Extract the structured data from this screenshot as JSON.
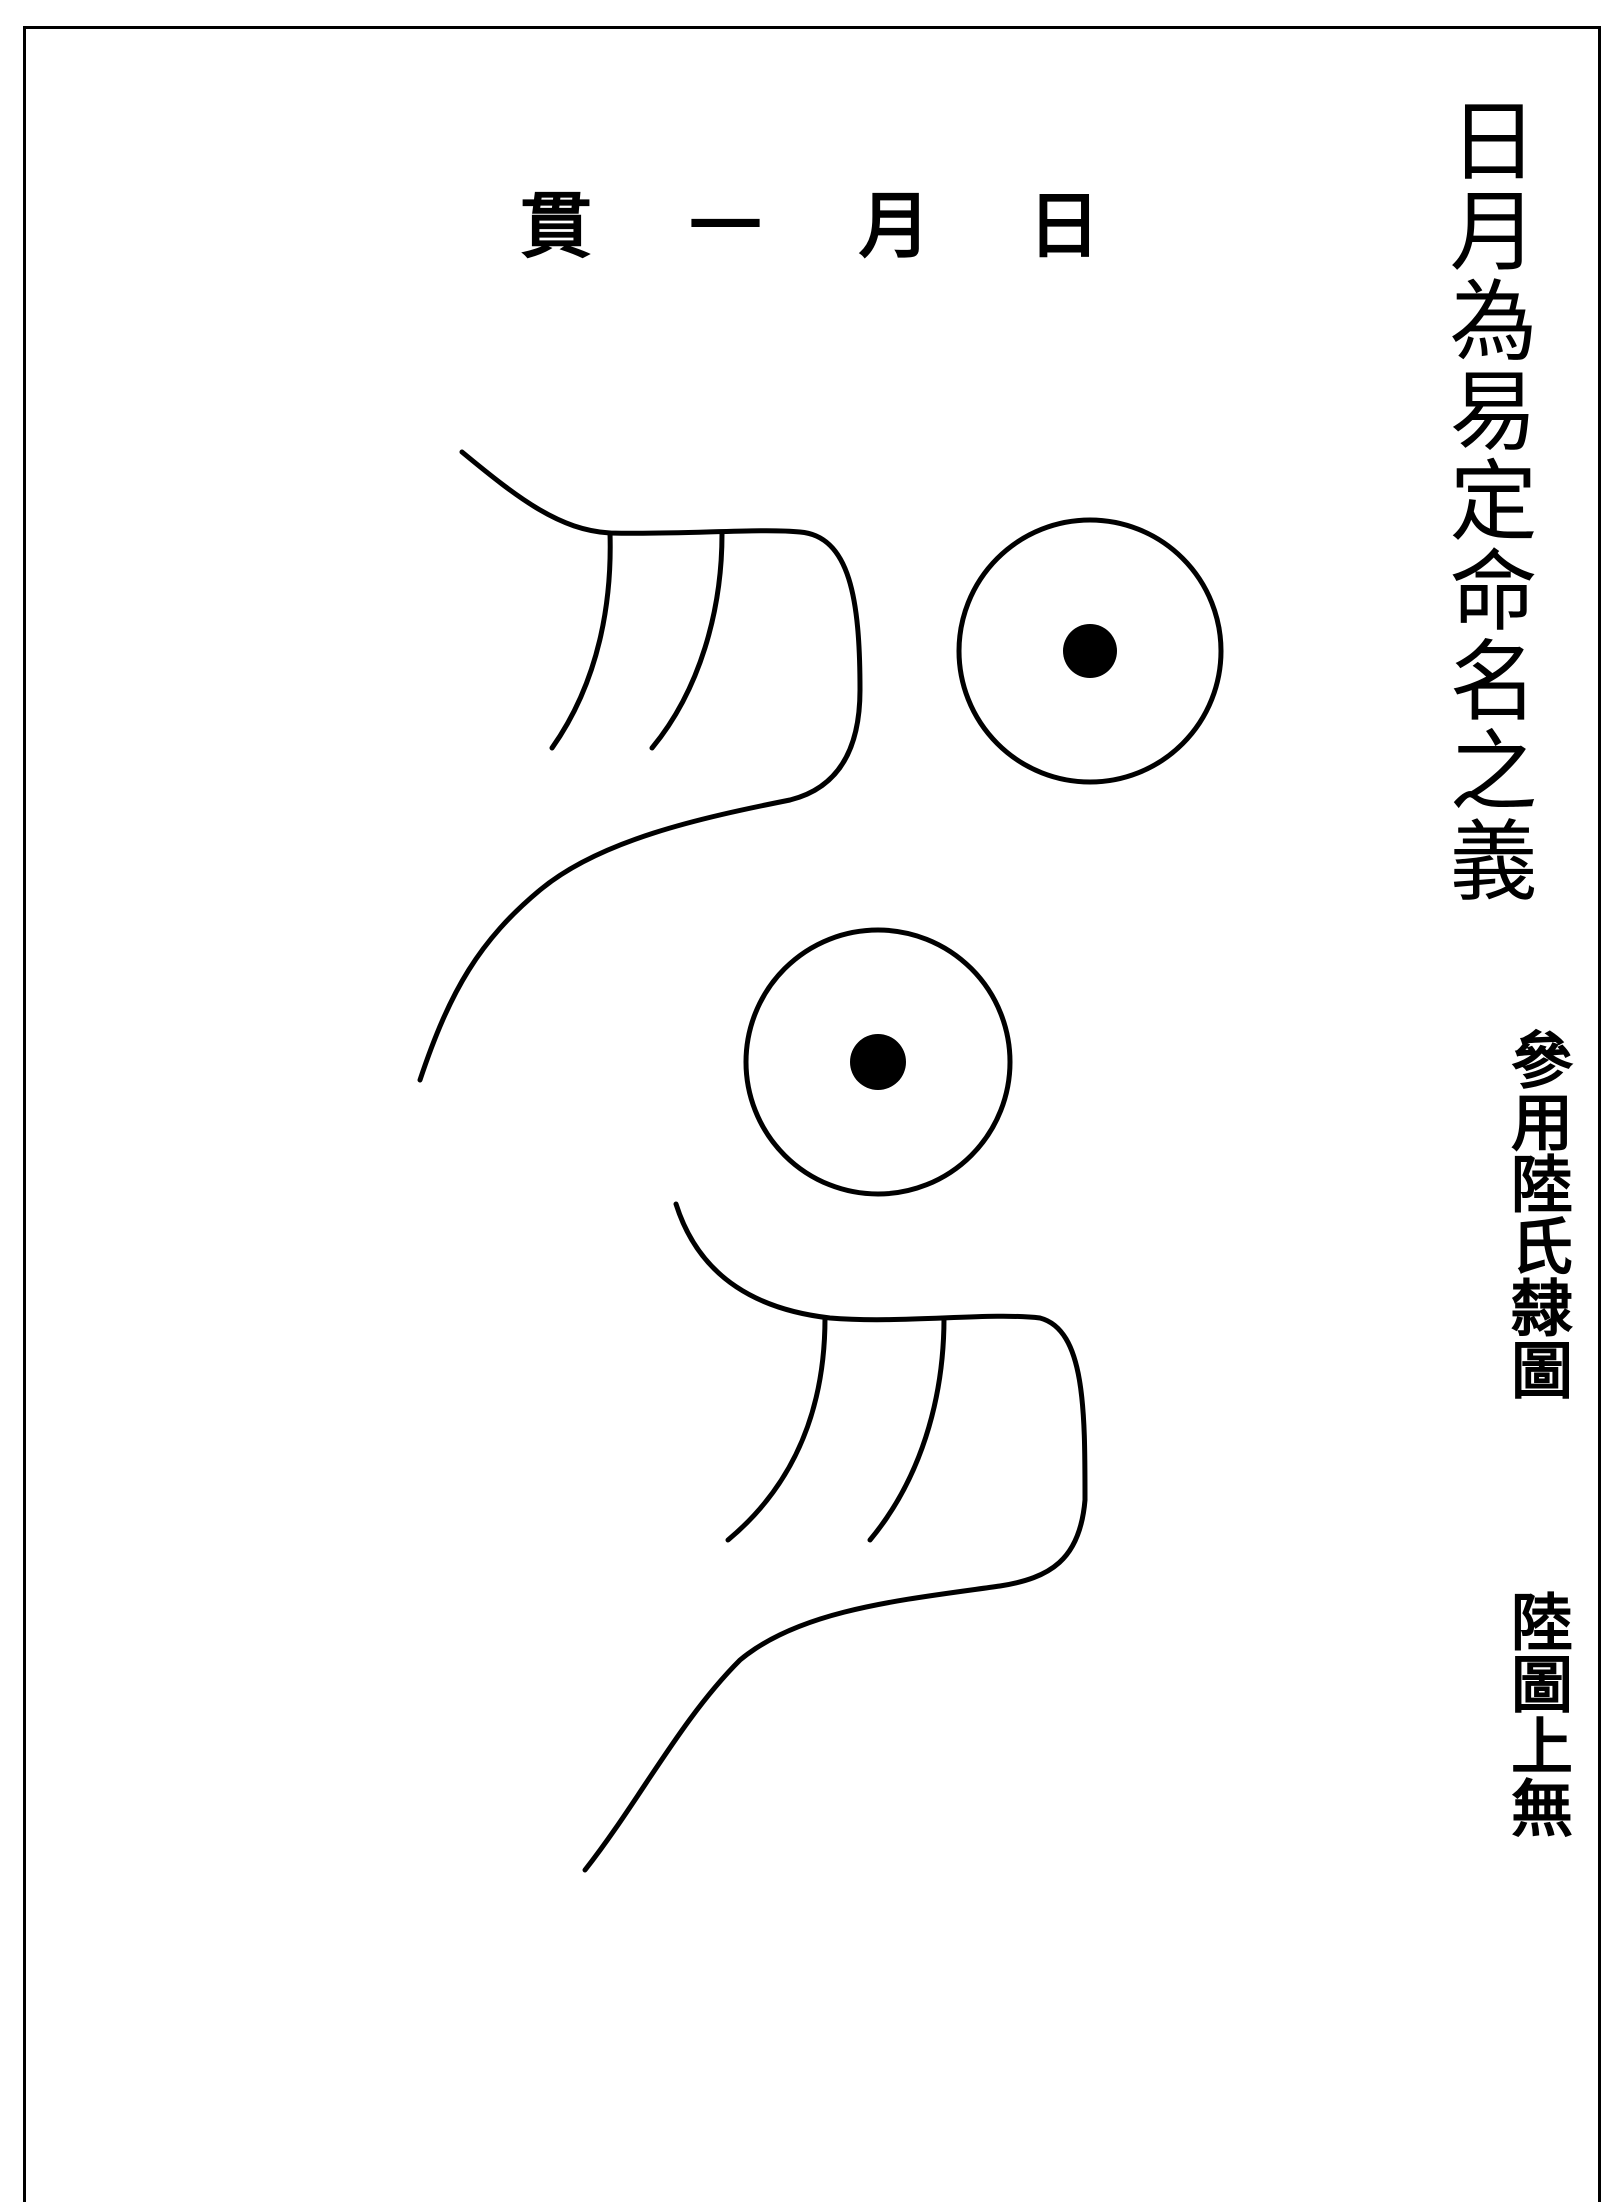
{
  "diagram": {
    "title": "日月為易定命名之義",
    "note": "參用陸氏隸圖",
    "note_2": "陸圖上無",
    "top_label": [
      "日",
      "月",
      "一",
      "貫"
    ]
  }
}
